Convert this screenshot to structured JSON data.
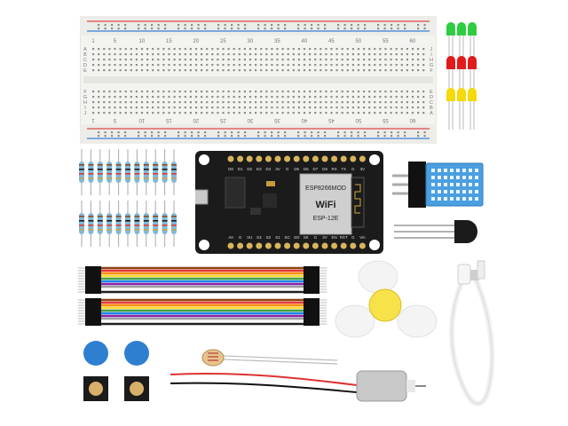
{
  "scene": {
    "items": [
      "breadboard",
      "leds",
      "resistors",
      "nodemcu-board",
      "dht11-sensor",
      "transistor",
      "jumper-wires",
      "fan-blade",
      "usb-cable",
      "push-buttons",
      "photoresistor",
      "dc-motor-with-leads"
    ]
  },
  "breadboard": {
    "columns_top": [
      "1",
      "5",
      "10",
      "15",
      "20",
      "25",
      "30",
      "35",
      "40",
      "45",
      "50",
      "55",
      "60"
    ],
    "columns_bottom": [
      "1",
      "5",
      "10",
      "15",
      "20",
      "25",
      "30",
      "35",
      "40",
      "45",
      "50",
      "55",
      "60"
    ],
    "rows_left": [
      "A",
      "B",
      "C",
      "D",
      "E",
      "F",
      "G",
      "H",
      "I",
      "J"
    ],
    "rows_right": [
      "J",
      "I",
      "H",
      "G",
      "F",
      "E",
      "D",
      "C",
      "B",
      "A"
    ]
  },
  "leds": {
    "colors": [
      "#2ecc40",
      "#e01b1b",
      "#f5d90a"
    ]
  },
  "board": {
    "module_label_1": "ESP8266MOD",
    "module_label_2": "WiFi",
    "module_label_3": "ESP-12E",
    "pin_labels_top": [
      "D0",
      "D1",
      "D2",
      "D3",
      "D4",
      "3V",
      "G",
      "D5",
      "D6",
      "D7",
      "D8",
      "RX",
      "TX",
      "G",
      "3V"
    ],
    "pin_labels_bottom": [
      "A0",
      "G",
      "VU",
      "S3",
      "S2",
      "S1",
      "SC",
      "SO",
      "SK",
      "G",
      "3V",
      "EN",
      "RST",
      "G",
      "Vin"
    ]
  },
  "colors": {
    "breadboard_body": "#f2f2ef",
    "rail_red": "#e0474c",
    "rail_blue": "#3d7fd6",
    "pcb": "#1a1a1a",
    "sensor_blue": "#4a9fe0",
    "button_cap": "#2f7fd1",
    "fan_white": "#f4f4f4",
    "fan_hub": "#f7e24a",
    "resistor_body": "#7fb8dc"
  }
}
